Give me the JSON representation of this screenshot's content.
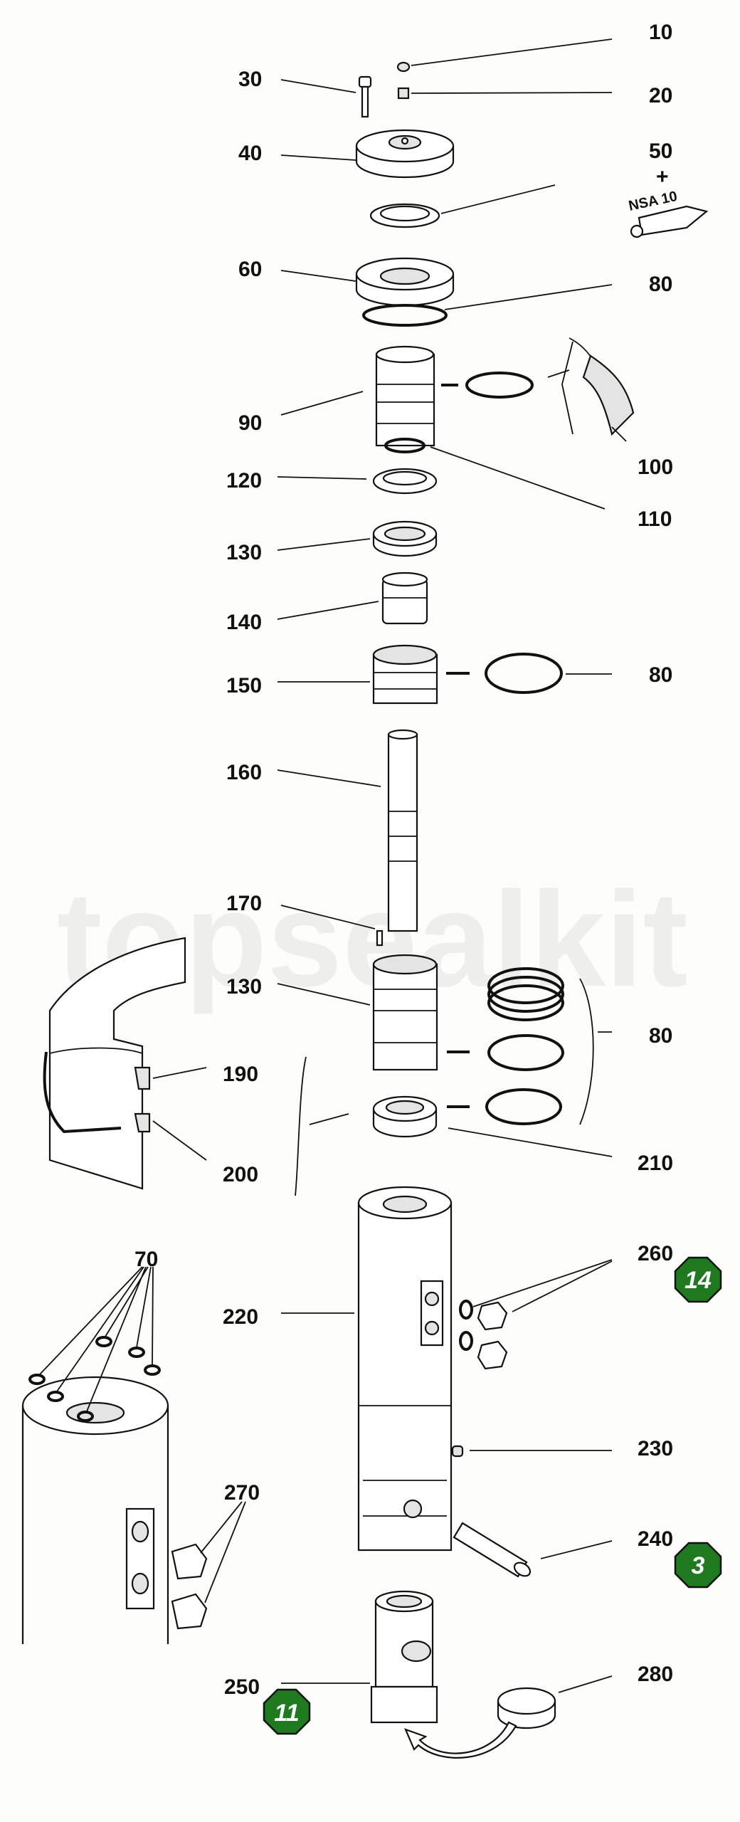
{
  "watermark": "topsealkit",
  "lubricant": {
    "plus": "+",
    "name": "NSA 10"
  },
  "labels": {
    "p10": "10",
    "p20": "20",
    "p30": "30",
    "p40": "40",
    "p50": "50",
    "p60": "60",
    "p80a": "80",
    "p90": "90",
    "p100": "100",
    "p110": "110",
    "p120": "120",
    "p130a": "130",
    "p140": "140",
    "p150": "150",
    "p80b": "80",
    "p160": "160",
    "p170": "170",
    "p130b": "130",
    "p80c": "80",
    "p190": "190",
    "p200": "200",
    "p210": "210",
    "p70": "70",
    "p260": "260",
    "p220": "220",
    "p230": "230",
    "p270": "270",
    "p240": "240",
    "p250": "250",
    "p280": "280"
  },
  "badges": {
    "b260": "14",
    "b240": "3",
    "b250": "11"
  },
  "colors": {
    "badge": "#1f7a1f",
    "line": "#111111"
  }
}
